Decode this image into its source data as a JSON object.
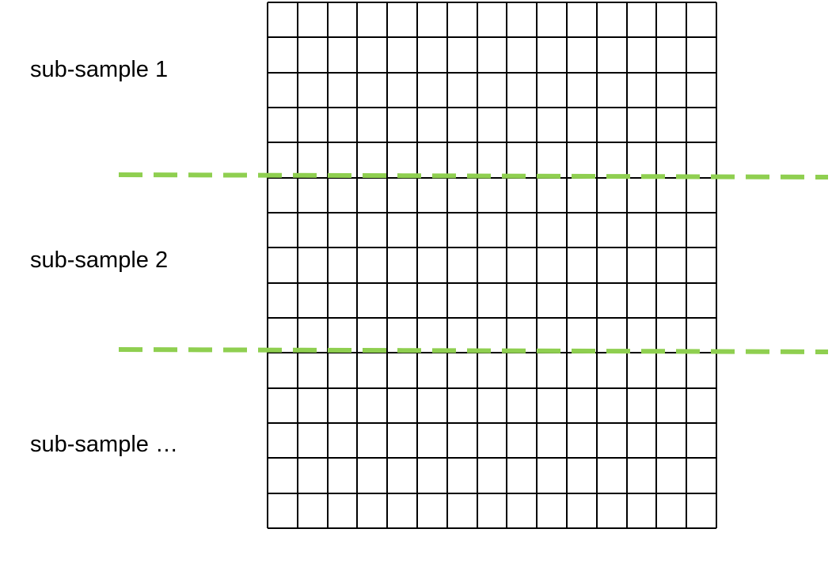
{
  "labels": {
    "subsample_1": "sub-sample 1",
    "subsample_2": "sub-sample 2",
    "subsample_more": "sub-sample …"
  },
  "grid": {
    "columns": 15,
    "rows": 15,
    "line_color": "#000000"
  },
  "dividers": {
    "color": "#8fcf50",
    "style": "dashed",
    "after_rows": [
      5,
      10
    ]
  }
}
